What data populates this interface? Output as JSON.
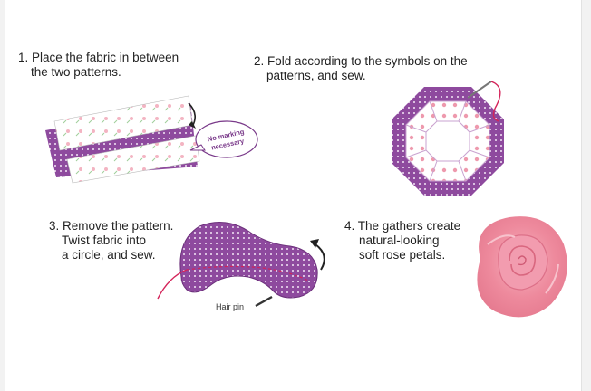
{
  "steps": [
    {
      "number": "1.",
      "lines": [
        "1. Place the fabric in between",
        "the two patterns."
      ]
    },
    {
      "number": "2.",
      "lines": [
        "2. Fold according to the symbols on the",
        "patterns, and sew."
      ]
    },
    {
      "number": "3.",
      "lines": [
        "3. Remove the pattern.",
        "Twist fabric into",
        "a circle, and sew."
      ]
    },
    {
      "number": "4.",
      "lines": [
        "4. The gathers create",
        "natural-looking",
        "soft rose petals."
      ]
    }
  ],
  "callout": {
    "line1": "No marking",
    "line2": "necessary"
  },
  "hair_pin_label": "Hair pin",
  "colors": {
    "fabric_purple": "#8e4a9e",
    "pattern_white": "#ffffff",
    "rose_pink": "#ef8a9c",
    "thread_red": "#d4245a",
    "text": "#222222"
  },
  "icons": [
    "fabric-strip-illustration",
    "folded-octagon-illustration",
    "twisted-fabric-illustration",
    "rose-illustration",
    "rotate-arrow-icon",
    "needle-icon"
  ]
}
